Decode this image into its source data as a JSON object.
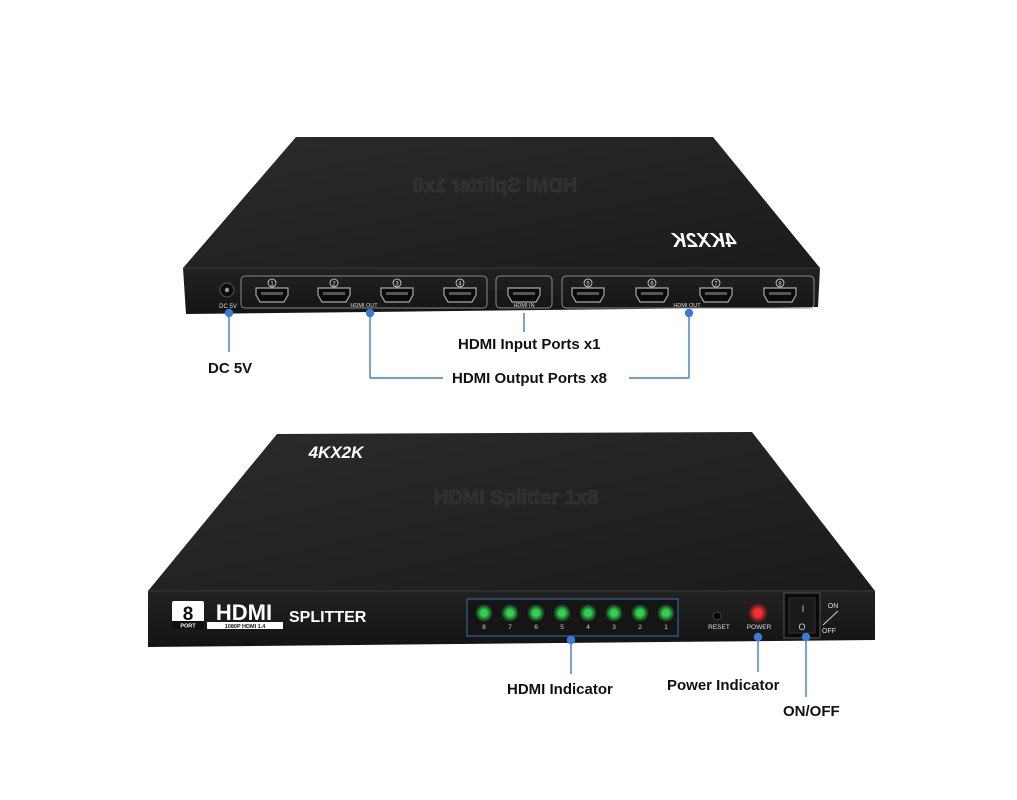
{
  "top_unit": {
    "top_brand": "4KX2K",
    "top_title": "HDMI Splitter 1x8",
    "dc_label": "DC 5V",
    "out_group_left": "HDMI OUT",
    "in_label": "HDMI IN",
    "out_group_right": "HDMI OUT",
    "port_numbers": [
      "1",
      "2",
      "3",
      "4",
      "5",
      "6",
      "7",
      "8"
    ]
  },
  "bottom_unit": {
    "brand": "4KX2K",
    "top_title": "HDMI Splitter 1x8",
    "badge_number": "8",
    "badge_port": "PORT",
    "badge_hdmi": "HDMI",
    "badge_sub": "1080P HDMI 1.4",
    "splitter_label": "SPLITTER",
    "led_numbers": [
      "8",
      "7",
      "6",
      "5",
      "4",
      "3",
      "2",
      "1"
    ],
    "reset_label": "RESET",
    "power_label": "POWER",
    "switch_on": "ON",
    "switch_off": "OFF",
    "switch_marks": [
      "I",
      "O"
    ]
  },
  "callouts": {
    "dc": "DC 5V",
    "input": "HDMI Input Ports x1",
    "output": "HDMI Output Ports x8",
    "hdmi_indicator": "HDMI Indicator",
    "power_indicator": "Power Indicator",
    "on_off": "ON/OFF"
  },
  "colors": {
    "body": "#1e1e1e",
    "body_top": "#262626",
    "leader": "#3a7bd5",
    "led": "#2cd24a",
    "power_led": "#ff2a2a"
  }
}
